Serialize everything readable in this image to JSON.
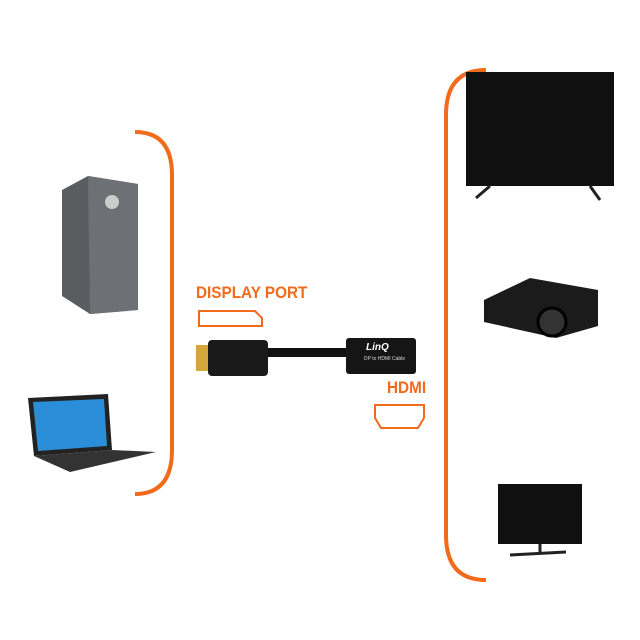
{
  "labels": {
    "display_port": "DISPLAY PORT",
    "hdmi": "HDMI"
  },
  "adapter": {
    "brand": "LinQ",
    "model_text": "DP to HDMI Cable"
  },
  "colors": {
    "accent": "#f26a1b",
    "device": "#1a1a1a"
  }
}
